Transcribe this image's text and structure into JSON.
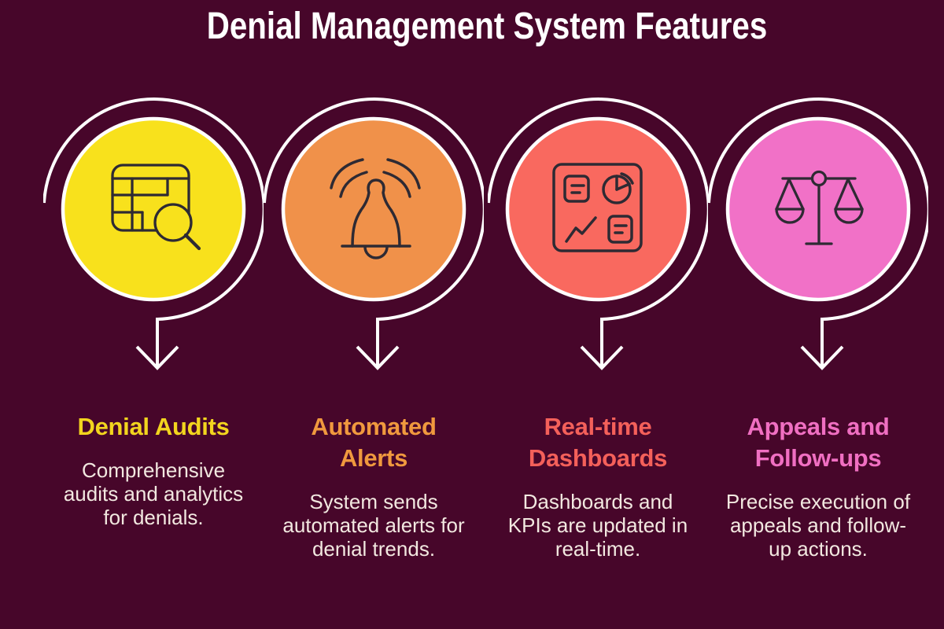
{
  "title": "Denial Management System Features",
  "colors": {
    "background": "#47062A",
    "title_text": "#FFFFFF",
    "ring": "#FFFFFF",
    "icon_stroke": "#2E2A33",
    "body_text": "#F2E8E0"
  },
  "units": [
    {
      "id": "denial-audits",
      "icon": "table-search-icon",
      "circle_color": "#F8E11C",
      "heading_color": "#F2D51E",
      "title_lines": [
        "Denial Audits"
      ],
      "body_lines": [
        "Comprehensive",
        "audits and analytics",
        "for denials."
      ]
    },
    {
      "id": "automated-alerts",
      "icon": "bell-alert-icon",
      "circle_color": "#F0914A",
      "heading_color": "#F0993E",
      "title_lines": [
        "Automated",
        "Alerts"
      ],
      "body_lines": [
        "System sends",
        "automated alerts for",
        "denial trends."
      ]
    },
    {
      "id": "real-time-dashboards",
      "icon": "dashboard-icon",
      "circle_color": "#F9695F",
      "heading_color": "#F4605A",
      "title_lines": [
        "Real-time",
        "Dashboards"
      ],
      "body_lines": [
        "Dashboards and",
        "KPIs are updated in",
        "real-time."
      ]
    },
    {
      "id": "appeals-followups",
      "icon": "scales-icon",
      "circle_color": "#F171C7",
      "heading_color": "#F06FC2",
      "title_lines": [
        "Appeals and",
        "Follow-ups"
      ],
      "body_lines": [
        "Precise execution of",
        "appeals and follow-",
        "up actions."
      ]
    }
  ]
}
